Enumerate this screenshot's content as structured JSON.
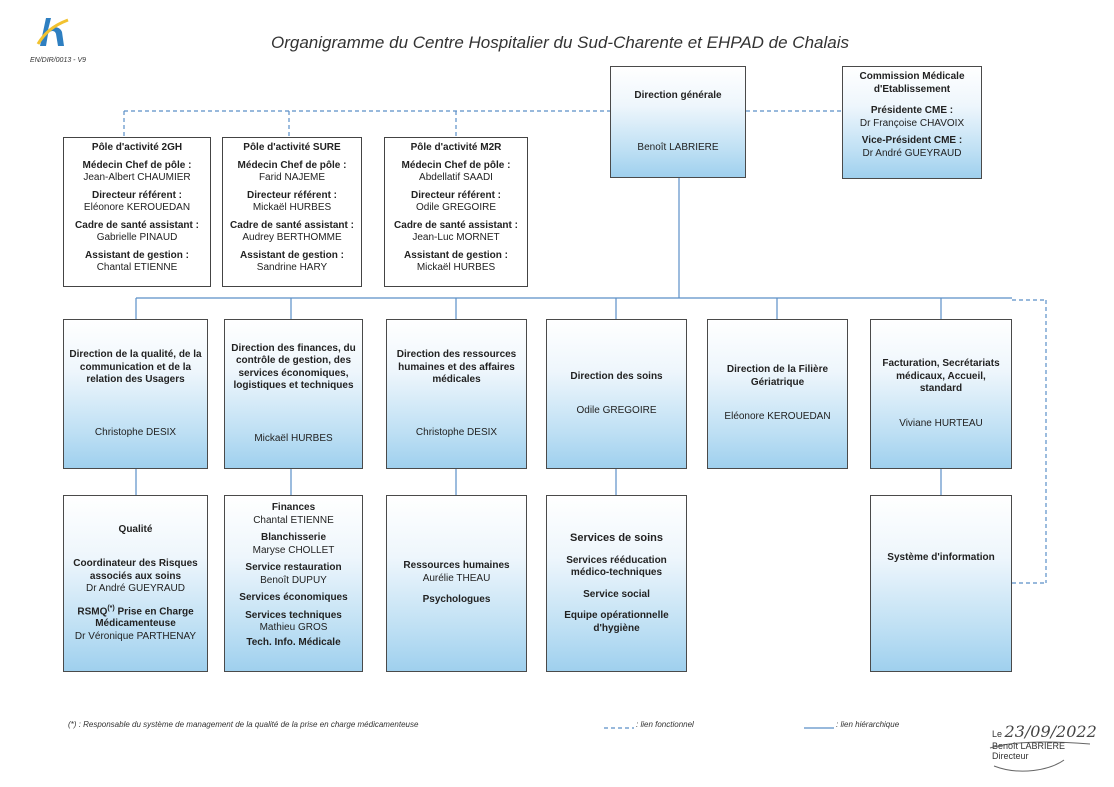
{
  "header": {
    "title": "Organigramme du Centre Hospitalier du Sud-Charente et EHPAD de Chalais",
    "doc_ref": "EN/DIR/0013 - V9"
  },
  "direction_generale": {
    "title": "Direction générale",
    "name": "Benoît LABRIERE"
  },
  "cme": {
    "title": "Commission Médicale d'Etablissement",
    "role1": "Présidente CME :",
    "name1": "Dr Françoise CHAVOIX",
    "role2": "Vice-Président CME :",
    "name2": "Dr André GUEYRAUD"
  },
  "poles": [
    {
      "title": "Pôle d'activité 2GH",
      "rows": [
        {
          "role": "Médecin Chef de pôle :",
          "name": "Jean-Albert CHAUMIER"
        },
        {
          "role": "Directeur référent :",
          "name": "Eléonore KEROUEDAN"
        },
        {
          "role": "Cadre de santé assistant :",
          "name": "Gabrielle PINAUD"
        },
        {
          "role": "Assistant de gestion :",
          "name": "Chantal ETIENNE"
        }
      ]
    },
    {
      "title": "Pôle d'activité SURE",
      "rows": [
        {
          "role": "Médecin Chef de pôle :",
          "name": "Farid NAJEME"
        },
        {
          "role": "Directeur référent :",
          "name": "Mickaël HURBES"
        },
        {
          "role": "Cadre de santé assistant :",
          "name": "Audrey BERTHOMME"
        },
        {
          "role": "Assistant de gestion :",
          "name": "Sandrine HARY"
        }
      ]
    },
    {
      "title": "Pôle d'activité M2R",
      "rows": [
        {
          "role": "Médecin Chef de pôle :",
          "name": "Abdellatif SAADI"
        },
        {
          "role": "Directeur référent :",
          "name": "Odile GREGOIRE"
        },
        {
          "role": "Cadre de santé assistant :",
          "name": "Jean-Luc MORNET"
        },
        {
          "role": "Assistant de gestion :",
          "name": "Mickaël HURBES"
        }
      ]
    }
  ],
  "directions": [
    {
      "title": "Direction de la qualité, de la communication et de la relation des Usagers",
      "name": "Christophe DESIX"
    },
    {
      "title": "Direction des finances, du contrôle de gestion, des services économiques, logistiques et techniques",
      "name": "Mickaël HURBES"
    },
    {
      "title": "Direction des ressources humaines et des affaires médicales",
      "name": "Christophe DESIX"
    },
    {
      "title": "Direction des soins",
      "name": "Odile GREGOIRE"
    },
    {
      "title": "Direction de la Filière Gériatrique",
      "name": "Eléonore KEROUEDAN"
    },
    {
      "title": "Facturation, Secrétariats médicaux, Accueil, standard",
      "name": "Viviane HURTEAU"
    }
  ],
  "qualite": {
    "title": "Qualité",
    "coord": "Coordinateur des Risques associés aux soins",
    "coord_name": "Dr André GUEYRAUD",
    "rsmq_prefix": "RSMQ",
    "rsmq_sup": "(*)",
    "rsmq_text": " Prise en Charge Médicamenteuse",
    "rsmq_name": "Dr Véronique PARTHENAY"
  },
  "finances_sub": {
    "items": [
      {
        "label": "Finances",
        "name": "Chantal ETIENNE"
      },
      {
        "label": "Blanchisserie",
        "name": "Maryse CHOLLET"
      },
      {
        "label": "Service restauration",
        "name": "Benoît DUPUY"
      },
      {
        "label": "Services économiques",
        "name": ""
      },
      {
        "label": "Services techniques",
        "name": "Mathieu GROS"
      }
    ],
    "last": "Tech. Info. Médicale"
  },
  "rh_sub": {
    "label": "Ressources humaines",
    "name": "Aurélie THEAU",
    "label2": "Psychologues"
  },
  "soins_sub": {
    "title": "Services de soins",
    "l1": "Services rééducation médico-techniques",
    "l2": "Service social",
    "l3": "Equipe opérationnelle d'hygiène"
  },
  "si": {
    "title": "Système d'information"
  },
  "footer": {
    "note": "(*) : Responsable du système de management de la qualité de la prise en charge médicamenteuse",
    "legend_functional": ": lien fonctionnel",
    "legend_hierarchical": ": lien hiérarchique"
  },
  "signature": {
    "le": "Le",
    "date": "23/09/2022",
    "name": "Benoît LABRIERE",
    "role": "Directeur"
  },
  "colors": {
    "line": "#5b8fc7",
    "box_gradient_end": "#9fd0ee",
    "border": "#4a4a4a"
  }
}
